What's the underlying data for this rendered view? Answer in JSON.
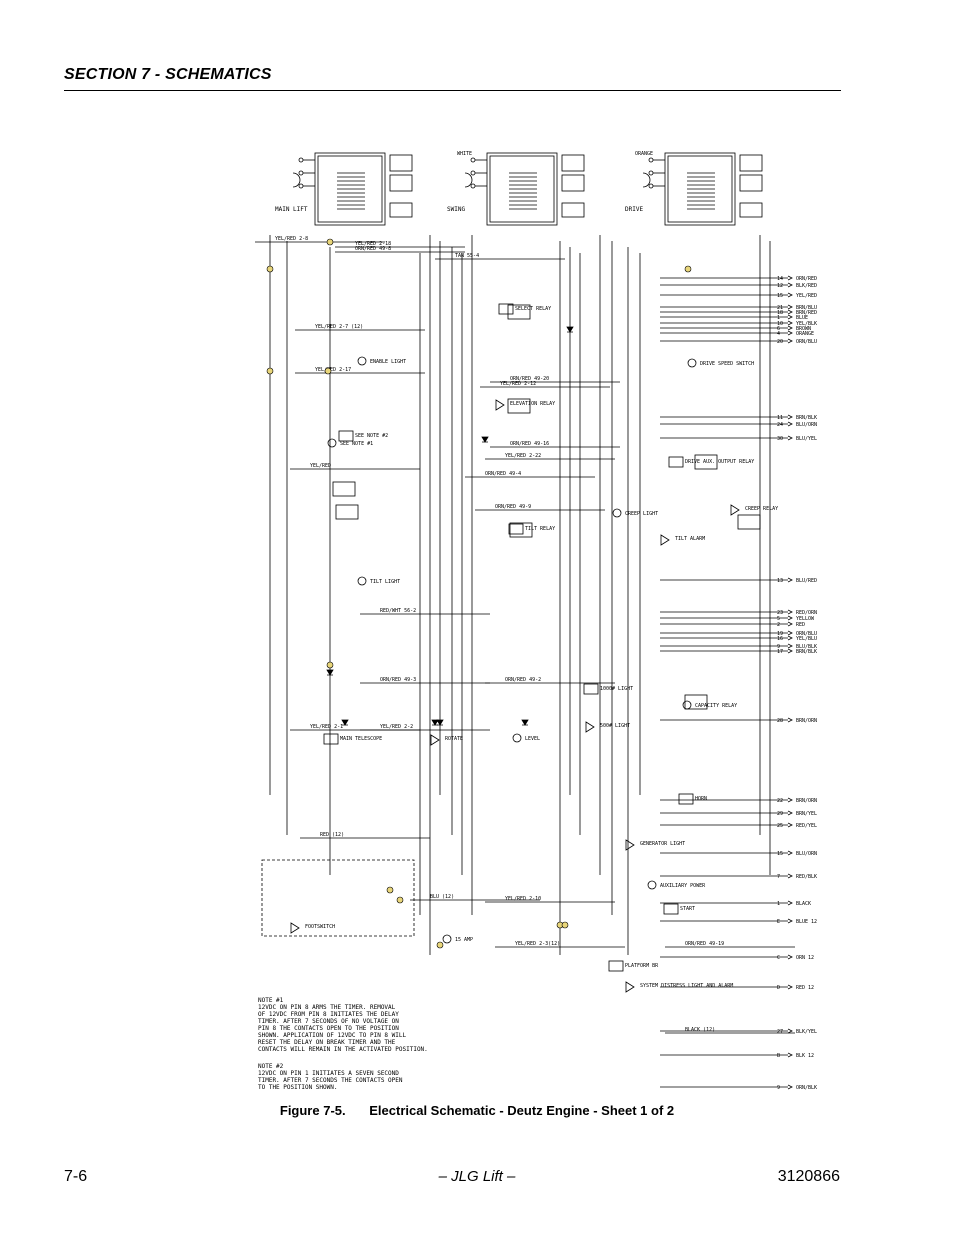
{
  "header": {
    "section_title": "SECTION 7 - SCHEMATICS"
  },
  "schematic": {
    "modules": [
      {
        "label": "MAIN LIFT",
        "wire_color": ""
      },
      {
        "label": "SWING",
        "wire_color": "WHITE"
      },
      {
        "label": "DRIVE",
        "wire_color": "ORANGE"
      }
    ],
    "component_labels": [
      "ENABLE LIGHT",
      "SELECT RELAY",
      "ELEVATION RELAY",
      "DRIVE SPEED SWITCH",
      "DRIVE AUX. OUTPUT RELAY",
      "CREEP RELAY",
      "CREEP LIGHT",
      "TILT RELAY",
      "TILT ALARM",
      "TILT LIGHT",
      "MAIN TELESCOPE",
      "ROTATE",
      "LEVEL",
      "1000# LIGHT",
      "500# LIGHT",
      "CAPACITY RELAY",
      "HORN",
      "GENERATOR LIGHT",
      "AUXILIARY POWER",
      "START",
      "FOOTSWITCH",
      "15 AMP",
      "PLATFORM BR",
      "SYSTEM DISTRESS LIGHT AND ALARM",
      "SEE NOTE #1",
      "SEE NOTE #2"
    ],
    "wire_labels": [
      "YEL/RED 2-8",
      "YEL/RED 2-18",
      "ORN/RED 49-8",
      "TAN 55-4",
      "YEL/RED 2-7 (12)",
      "YEL/RED 2-17",
      "ORN/RED 49-20",
      "YEL/RED 2-12",
      "ORN/RED 49-16",
      "YEL/RED 2-22",
      "YEL/RED",
      "ORN/RED 49-4",
      "ORN/RED 49-9",
      "RED/WHT 56-2",
      "ORN/RED 49-3",
      "ORN/RED 49-2",
      "YEL/RED 2-1",
      "YEL/RED 2-2",
      "RED (12)",
      "BLU (12)",
      "YEL/RED 2-10",
      "YEL/RED 2-3(12)",
      "ORN/RED 49-19",
      "BLACK (12)"
    ],
    "terminals": [
      {
        "num": "14",
        "label": "ORN/RED"
      },
      {
        "num": "12",
        "label": "BLK/RED"
      },
      {
        "num": "15",
        "label": "YEL/RED"
      },
      {
        "num": "21",
        "label": "BRN/BLU"
      },
      {
        "num": "18",
        "label": "BRN/RED"
      },
      {
        "num": "1",
        "label": "BLUE"
      },
      {
        "num": "10",
        "label": "YEL/BLK"
      },
      {
        "num": "6",
        "label": "BROWN"
      },
      {
        "num": "4",
        "label": "ORANGE"
      },
      {
        "num": "20",
        "label": "ORN/BLU"
      },
      {
        "num": "11",
        "label": "BRN/BLK"
      },
      {
        "num": "24",
        "label": "BLU/ORN"
      },
      {
        "num": "30",
        "label": "BLU/YEL"
      },
      {
        "num": "13",
        "label": "BLU/RED"
      },
      {
        "num": "23",
        "label": "RED/ORN"
      },
      {
        "num": "5",
        "label": "YELLOW"
      },
      {
        "num": "2",
        "label": "RED"
      },
      {
        "num": "19",
        "label": "ORN/BLU"
      },
      {
        "num": "16",
        "label": "YEL/BLU"
      },
      {
        "num": "9",
        "label": "BLU/BLK"
      },
      {
        "num": "17",
        "label": "BRN/BLK"
      },
      {
        "num": "28",
        "label": "BRN/ORN"
      },
      {
        "num": "22",
        "label": "BRN/ORN"
      },
      {
        "num": "29",
        "label": "BRN/YEL"
      },
      {
        "num": "25",
        "label": "RED/YEL"
      },
      {
        "num": "15",
        "label": "BLU/ORN"
      },
      {
        "num": "7",
        "label": "RED/BLK"
      },
      {
        "num": "1",
        "label": "BLACK"
      },
      {
        "num": "E",
        "label": "BLUE 12"
      },
      {
        "num": "C",
        "label": "ORN 12"
      },
      {
        "num": "D",
        "label": "RED 12"
      },
      {
        "num": "27",
        "label": "BLK/YEL"
      },
      {
        "num": "B",
        "label": "BLK 12"
      },
      {
        "num": "9",
        "label": "ORN/BLK"
      }
    ],
    "notes": [
      {
        "title": "NOTE #1",
        "lines": [
          "12VDC ON PIN 8 ARMS THE TIMER. REMOVAL",
          "OF 12VDC FROM PIN 8 INITIATES THE DELAY",
          "TIMER. AFTER 7 SECONDS OF NO VOLTAGE ON",
          "PIN 8 THE CONTACTS OPEN TO THE POSITION",
          "SHOWN. APPLICATION OF 12VDC TO PIN 8 WILL",
          "RESET THE DELAY ON BREAK TIMER AND THE",
          "CONTACTS WILL REMAIN IN THE ACTIVATED POSITION."
        ]
      },
      {
        "title": "NOTE #2",
        "lines": [
          "12VDC ON PIN 1 INITIATES A SEVEN SECOND",
          "TIMER. AFTER 7 SECONDS THE CONTACTS OPEN",
          "TO THE POSITION SHOWN."
        ]
      }
    ]
  },
  "caption": {
    "number": "Figure 7-5.",
    "text": "Electrical Schematic - Deutz Engine - Sheet 1 of 2"
  },
  "footer": {
    "page": "7-6",
    "center": "– JLG Lift –",
    "doc_number": "3120866"
  }
}
